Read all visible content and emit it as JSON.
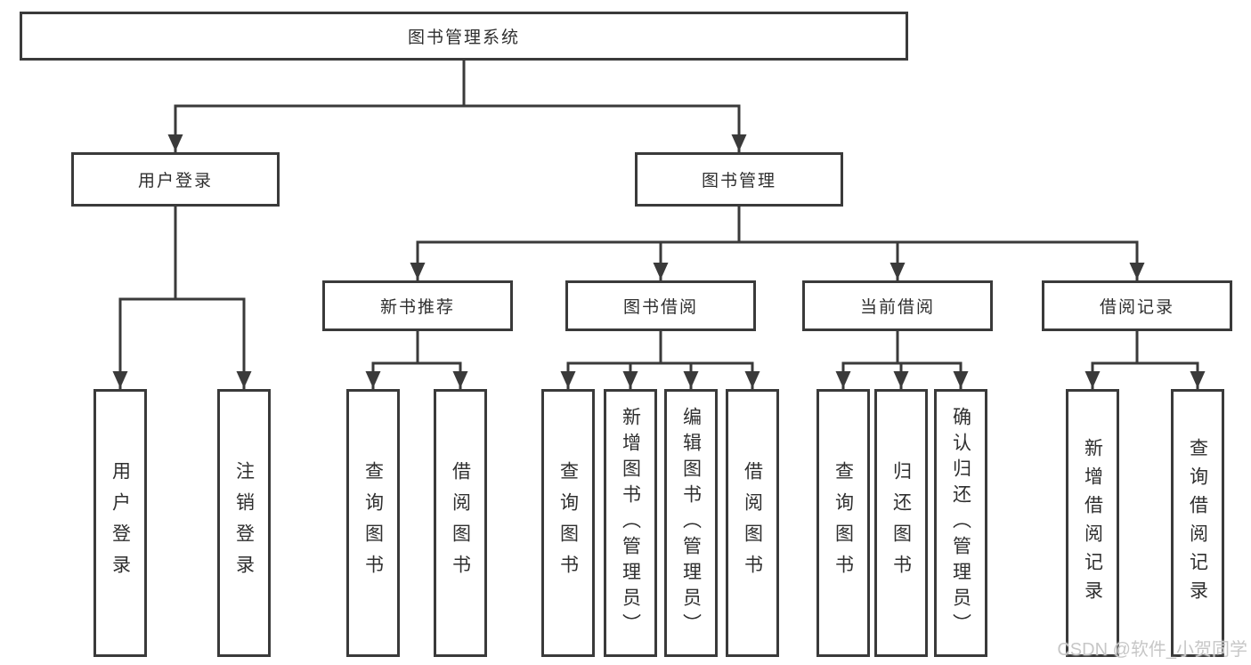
{
  "diagram": {
    "root": {
      "label": "图书管理系统"
    },
    "level2": [
      {
        "label": "用户登录"
      },
      {
        "label": "图书管理"
      }
    ],
    "level3": [
      {
        "label": "新书推荐"
      },
      {
        "label": "图书借阅"
      },
      {
        "label": "当前借阅"
      },
      {
        "label": "借阅记录"
      }
    ],
    "leaves": {
      "user_login": [
        {
          "label": "用户登录"
        },
        {
          "label": "注销登录"
        }
      ],
      "new_book": [
        {
          "label": "查询图书"
        },
        {
          "label": "借阅图书"
        }
      ],
      "borrow": [
        {
          "label": "查询图书"
        },
        {
          "label": "新增图书（管理员）"
        },
        {
          "label": "编辑图书（管理员）"
        },
        {
          "label": "借阅图书"
        }
      ],
      "current": [
        {
          "label": "查询图书"
        },
        {
          "label": "归还图书"
        },
        {
          "label": "确认归还（管理员）"
        }
      ],
      "records": [
        {
          "label": "新增借阅记录"
        },
        {
          "label": "查询借阅记录"
        }
      ]
    },
    "watermark": "CSDN @软件_小贺同学",
    "colors": {
      "line": "#3a3a3a",
      "text": "#2f2f2f",
      "watermark": "#c7c7c7",
      "background": "#ffffff"
    }
  }
}
